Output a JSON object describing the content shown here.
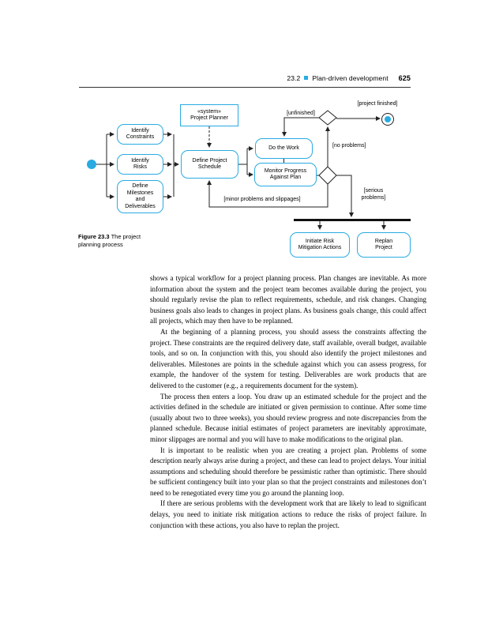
{
  "header": {
    "section": "23.2",
    "title": "Plan-driven development",
    "page": "625"
  },
  "figure": {
    "caption_label": "Figure 23.3",
    "caption_text": "The project planning process"
  },
  "diagram": {
    "nodes": {
      "system_stereotype": "«system»",
      "system_name": "Project Planner",
      "identify_constraints": "Identify Constraints",
      "identify_risks": "Identify Risks",
      "define_milestones": "Define Milestones and Deliverables",
      "define_schedule": "Define Project Schedule",
      "do_work": "Do the Work",
      "monitor_progress": "Monitor Progress Against Plan",
      "initiate_risk": "Initiate Risk Mitigation Actions",
      "replan": "Replan Project"
    },
    "edge_labels": {
      "unfinished": "[unfinished]",
      "project_finished": "[project finished]",
      "no_problems": "[no problems]",
      "serious_problems": "[serious problems]",
      "minor_problems": "[minor problems and slippages]"
    },
    "colors": {
      "node_border": "#29abe2",
      "start_fill": "#29abe2"
    }
  },
  "body": {
    "paragraphs": [
      "shows a typical workflow for a project planning process. Plan changes are inevitable. As more information about the system and the project team becomes available during the project, you should regularly revise the plan to reflect requirements, schedule, and risk changes. Changing business goals also leads to changes in project plans. As business goals change, this could affect all projects, which may then have to be replanned.",
      "At the beginning of a planning process, you should assess the constraints affecting the project. These constraints are the required delivery date, staff available, overall budget, available tools, and so on. In conjunction with this, you should also identify the project milestones and deliverables. Milestones are points in the schedule against which you can assess progress, for example, the handover of the system for testing. Deliverables are work products that are delivered to the customer (e.g., a requirements document for the system).",
      "The process then enters a loop. You draw up an estimated schedule for the project and the activities defined in the schedule are initiated or given permission to continue. After some time (usually about two to three weeks), you should review progress and note discrepancies from the planned schedule. Because initial estimates of project parameters are inevitably approximate, minor slippages are normal and you will have to make modifications to the original plan.",
      "It is important to be realistic when you are creating a project plan. Problems of some description nearly always arise during a project, and these can lead to project delays. Your initial assumptions and scheduling should therefore be pessimistic rather than optimistic. There should be sufficient contingency built into your plan so that the project constraints and milestones don’t need to be renegotiated every time you go around the planning loop.",
      "If there are serious problems with the development work that are likely to lead to significant delays, you need to initiate risk mitigation actions to reduce the risks of project failure. In conjunction with these actions, you also have to replan the project."
    ]
  }
}
